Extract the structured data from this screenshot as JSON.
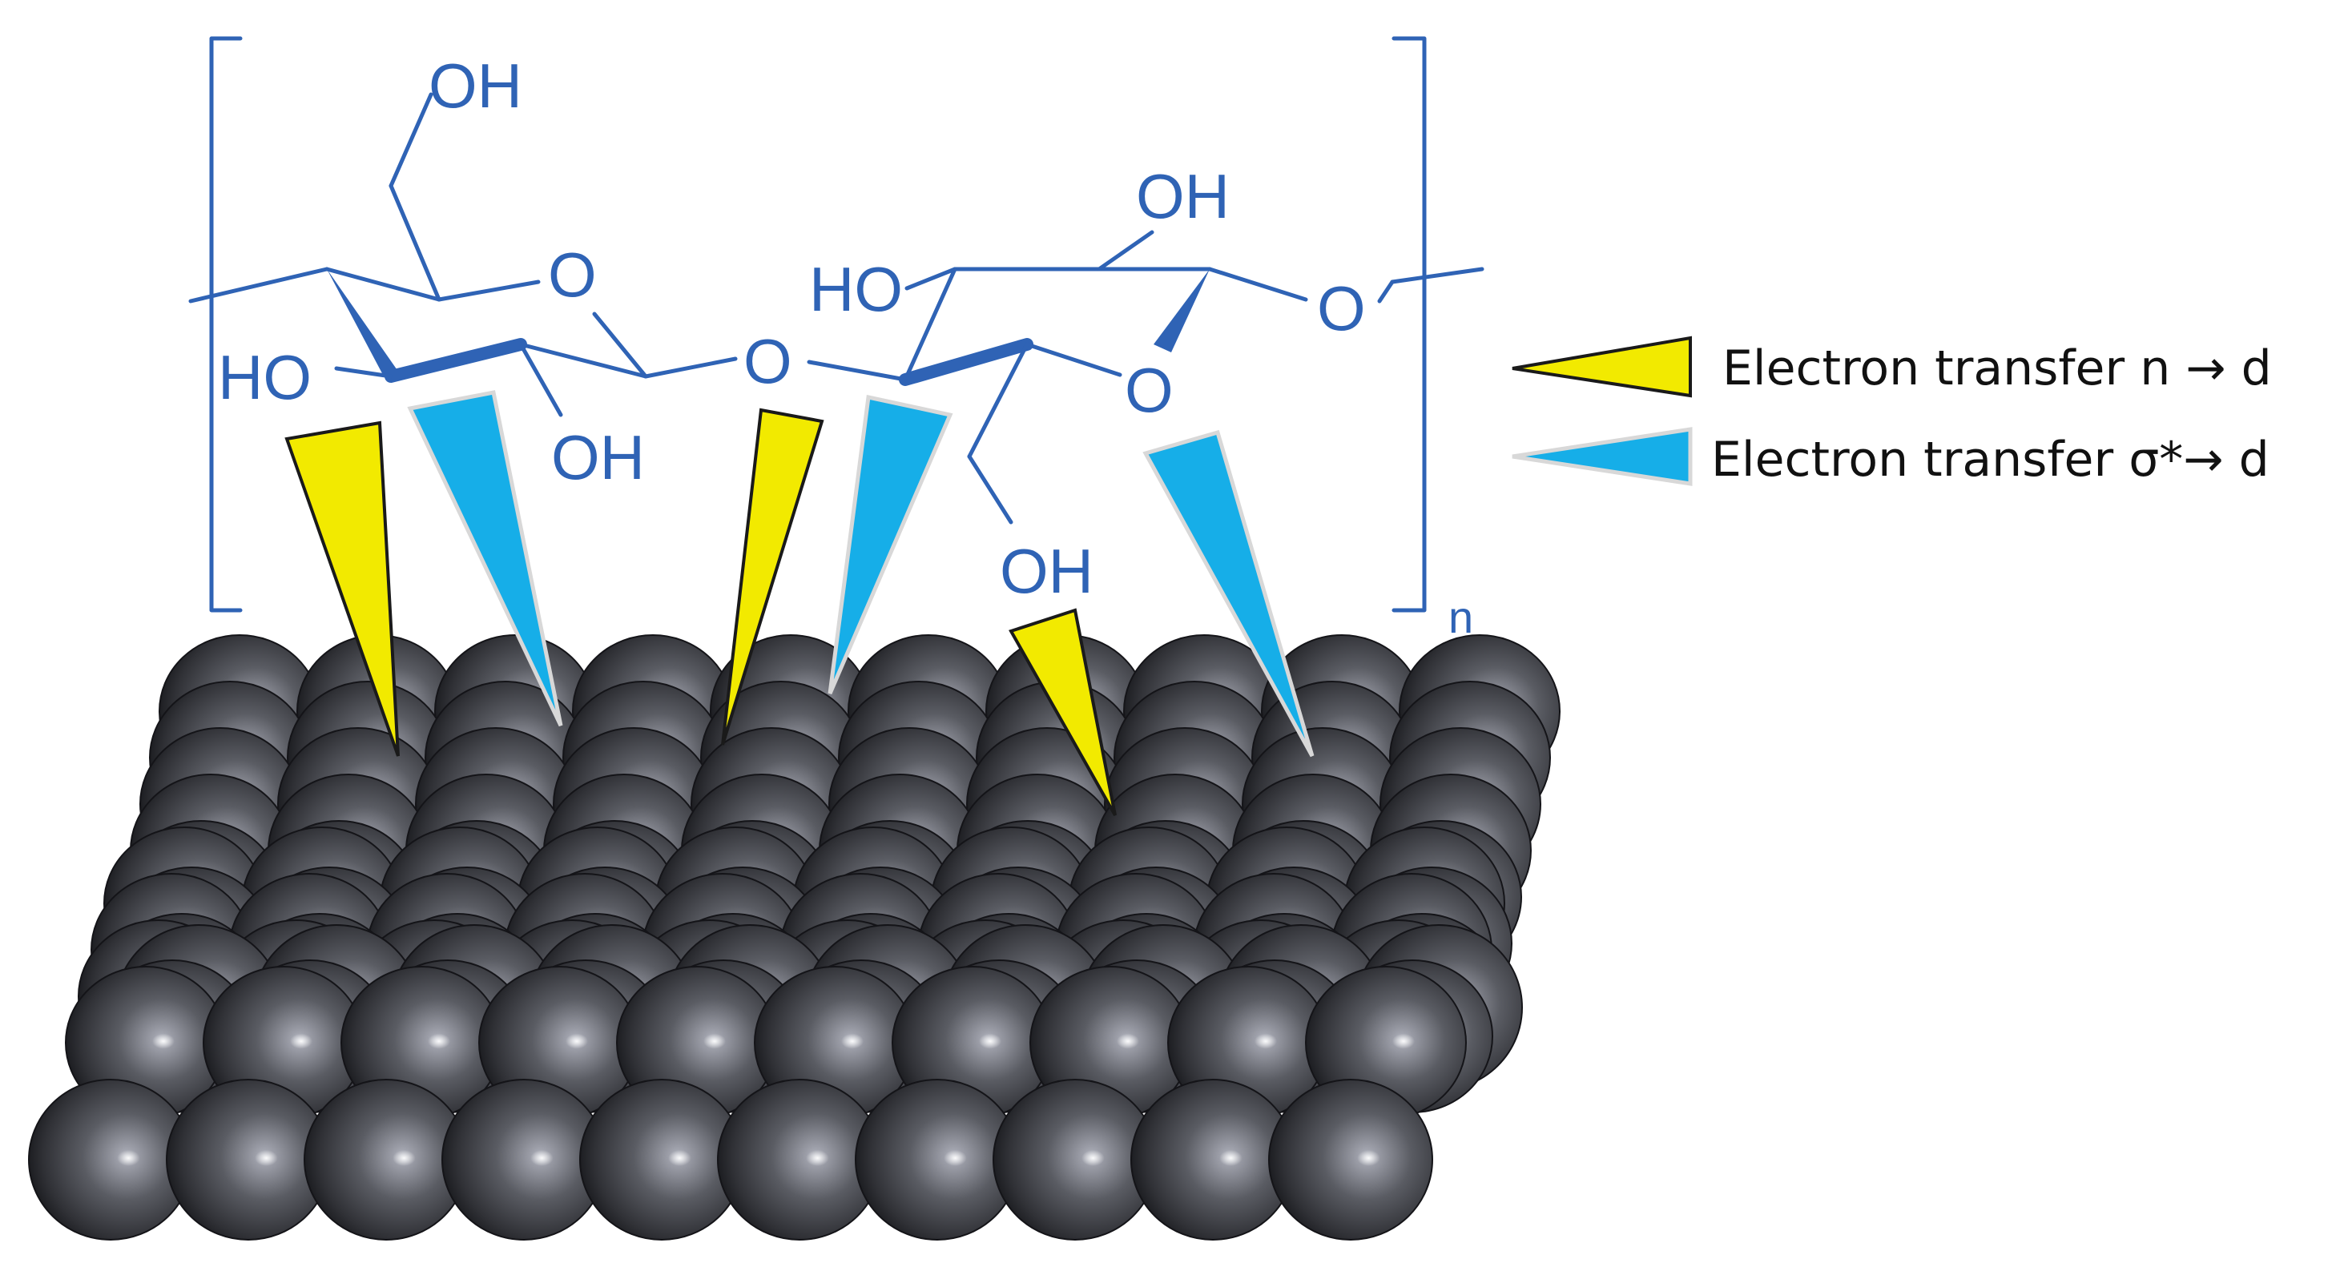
{
  "molecule": {
    "atoms": [
      {
        "key": "oh_top",
        "text": "OH"
      },
      {
        "key": "o_ring1",
        "text": "O"
      },
      {
        "key": "ho_left",
        "text": "HO"
      },
      {
        "key": "oh_bottom1",
        "text": "OH"
      },
      {
        "key": "o_bridge",
        "text": "O"
      },
      {
        "key": "ho_ring2",
        "text": "HO"
      },
      {
        "key": "oh_ring2_top",
        "text": "OH"
      },
      {
        "key": "o_ring2",
        "text": "O"
      },
      {
        "key": "o_right",
        "text": "O"
      },
      {
        "key": "oh_ring2_bottom",
        "text": "OH"
      }
    ],
    "repeat_subscript": "n"
  },
  "legend": {
    "items": [
      {
        "key": "n_to_d",
        "label": "Electron transfer n → d",
        "color": "#f2ea00"
      },
      {
        "key": "sigma_to_d",
        "label": "Electron transfer σ*→ d",
        "color": "#16aee8"
      }
    ]
  },
  "colors": {
    "structure": "#2f63b5",
    "surface_atom": "#3a3b40"
  }
}
